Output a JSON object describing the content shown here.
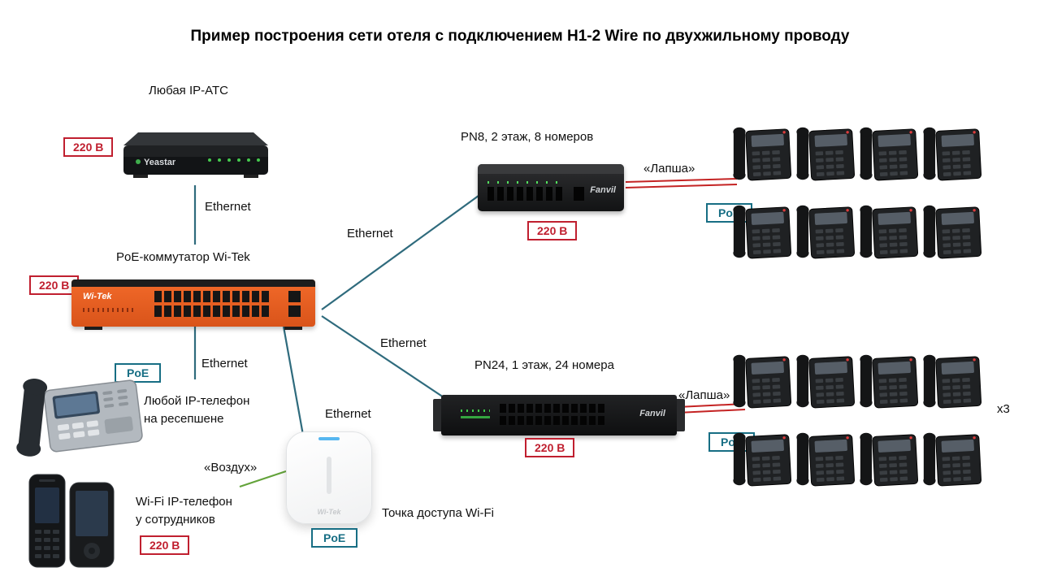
{
  "title": "Пример построения сети отеля с подключением H1-2 Wire по двухжильному проводу",
  "badges": {
    "power": "220 В",
    "poe": "PoE"
  },
  "connections": {
    "ethernet": "Ethernet",
    "lapsha": "«Лапша»",
    "vozduh": "«Воздух»"
  },
  "nodes": {
    "pbx": {
      "label": "Любая IP-АТС",
      "brand": "Yeastar"
    },
    "core_switch": {
      "label": "PoE-коммутатор Wi-Tek",
      "brand": "Wi-Tek"
    },
    "pn8": {
      "label": "PN8, 2 этаж, 8 номеров",
      "brand": "Fanvil"
    },
    "pn24": {
      "label": "PN24, 1 этаж, 24 номера",
      "brand": "Fanvil"
    },
    "reception_phone": {
      "label_line1": "Любой IP-телефон",
      "label_line2": "на ресепшене"
    },
    "wifi_phone": {
      "label_line1": "Wi-Fi IP-телефон",
      "label_line2": "у сотрудников"
    },
    "ap": {
      "label": "Точка доступа Wi-Fi",
      "brand": "Wi-Tek"
    },
    "phone_group_multiplier": "x3"
  },
  "colors": {
    "ethernet_line": "#2f6b7d",
    "lapsha_line": "#c42323",
    "vozduh_line": "#63a33a",
    "power_badge": "#c01f2f",
    "poe_badge": "#176e84",
    "switch_orange": "#e8611f"
  }
}
